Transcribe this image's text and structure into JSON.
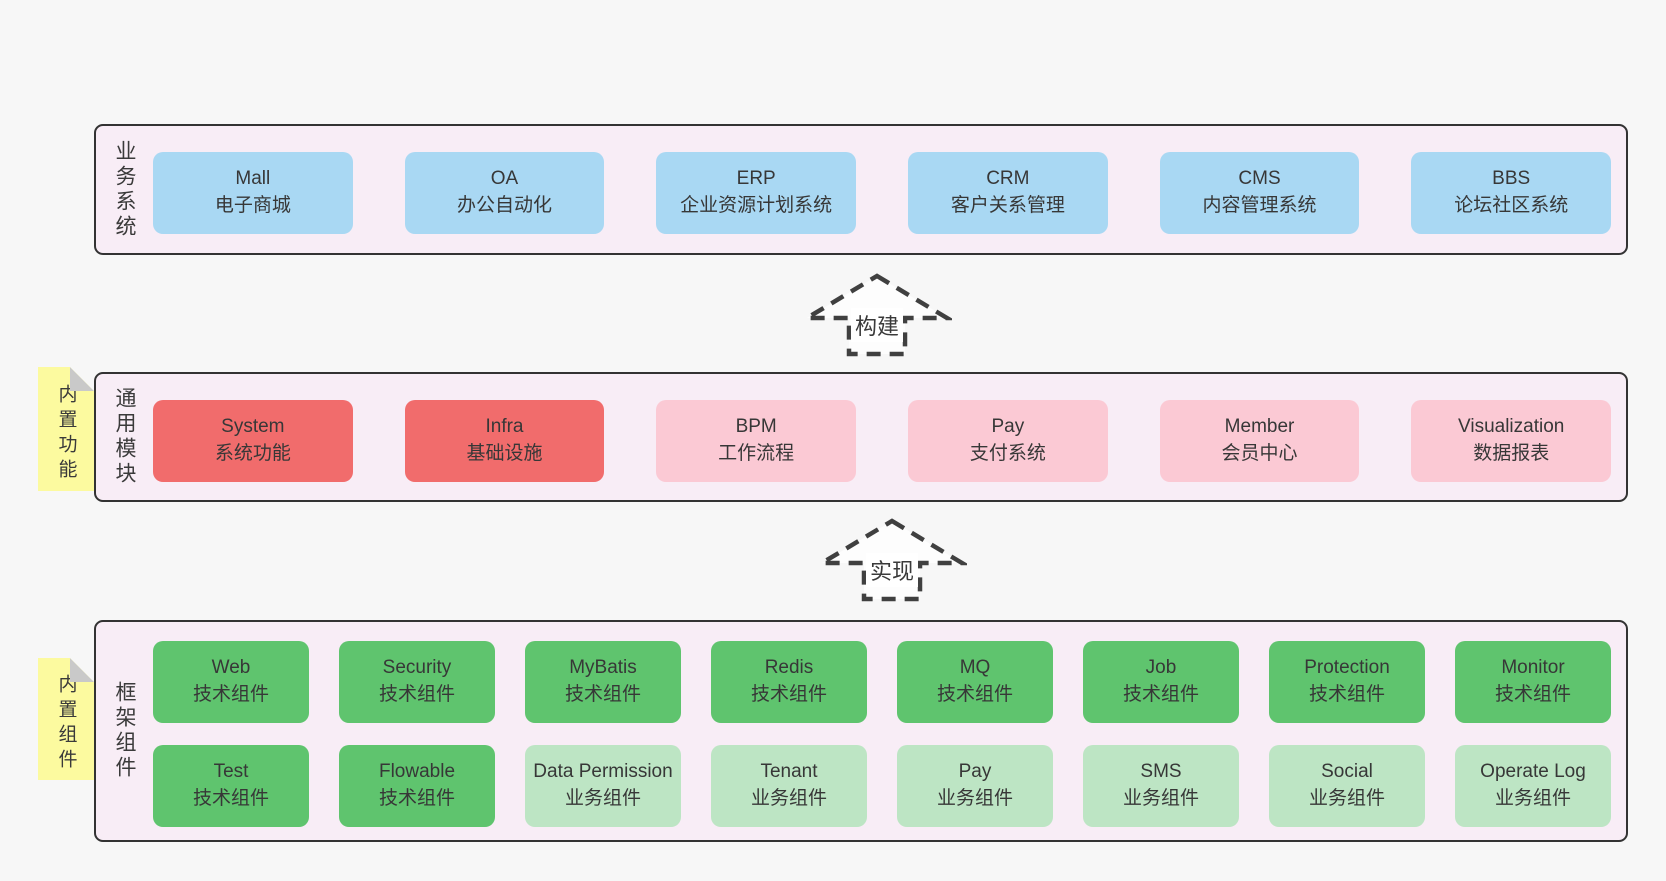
{
  "business": {
    "label": "业务系统",
    "items": [
      {
        "en": "Mall",
        "zh": "电子商城"
      },
      {
        "en": "OA",
        "zh": "办公自动化"
      },
      {
        "en": "ERP",
        "zh": "企业资源计划系统"
      },
      {
        "en": "CRM",
        "zh": "客户关系管理"
      },
      {
        "en": "CMS",
        "zh": "内容管理系统"
      },
      {
        "en": "BBS",
        "zh": "论坛社区系统"
      }
    ]
  },
  "arrows": {
    "build": "构建",
    "implement": "实现"
  },
  "modules": {
    "label": "通用模块",
    "sticky": "内置功能",
    "items": [
      {
        "en": "System",
        "zh": "系统功能"
      },
      {
        "en": "Infra",
        "zh": "基础设施"
      },
      {
        "en": "BPM",
        "zh": "工作流程"
      },
      {
        "en": "Pay",
        "zh": "支付系统"
      },
      {
        "en": "Member",
        "zh": "会员中心"
      },
      {
        "en": "Visualization",
        "zh": "数据报表"
      }
    ]
  },
  "components": {
    "label": "框架组件",
    "sticky": "内置组件",
    "row1": [
      {
        "en": "Web",
        "zh": "技术组件"
      },
      {
        "en": "Security",
        "zh": "技术组件"
      },
      {
        "en": "MyBatis",
        "zh": "技术组件"
      },
      {
        "en": "Redis",
        "zh": "技术组件"
      },
      {
        "en": "MQ",
        "zh": "技术组件"
      },
      {
        "en": "Job",
        "zh": "技术组件"
      },
      {
        "en": "Protection",
        "zh": "技术组件"
      },
      {
        "en": "Monitor",
        "zh": "技术组件"
      }
    ],
    "row2": [
      {
        "en": "Test",
        "zh": "技术组件"
      },
      {
        "en": "Flowable",
        "zh": "技术组件"
      },
      {
        "en": "Data Permission",
        "zh": "业务组件"
      },
      {
        "en": "Tenant",
        "zh": "业务组件"
      },
      {
        "en": "Pay",
        "zh": "业务组件"
      },
      {
        "en": "SMS",
        "zh": "业务组件"
      },
      {
        "en": "Social",
        "zh": "业务组件"
      },
      {
        "en": "Operate Log",
        "zh": "业务组件"
      }
    ]
  },
  "colors": {
    "background": "#f7f7f7",
    "panel_fill": "#f8edf6",
    "panel_border": "#333333",
    "box_blue": "#a9d8f3",
    "box_red": "#f16c6c",
    "box_pink": "#fbc9d4",
    "box_green": "#5fc46e",
    "box_green_light": "#bde5c4",
    "sticky_yellow": "#fcfa9f",
    "text": "#363636"
  }
}
